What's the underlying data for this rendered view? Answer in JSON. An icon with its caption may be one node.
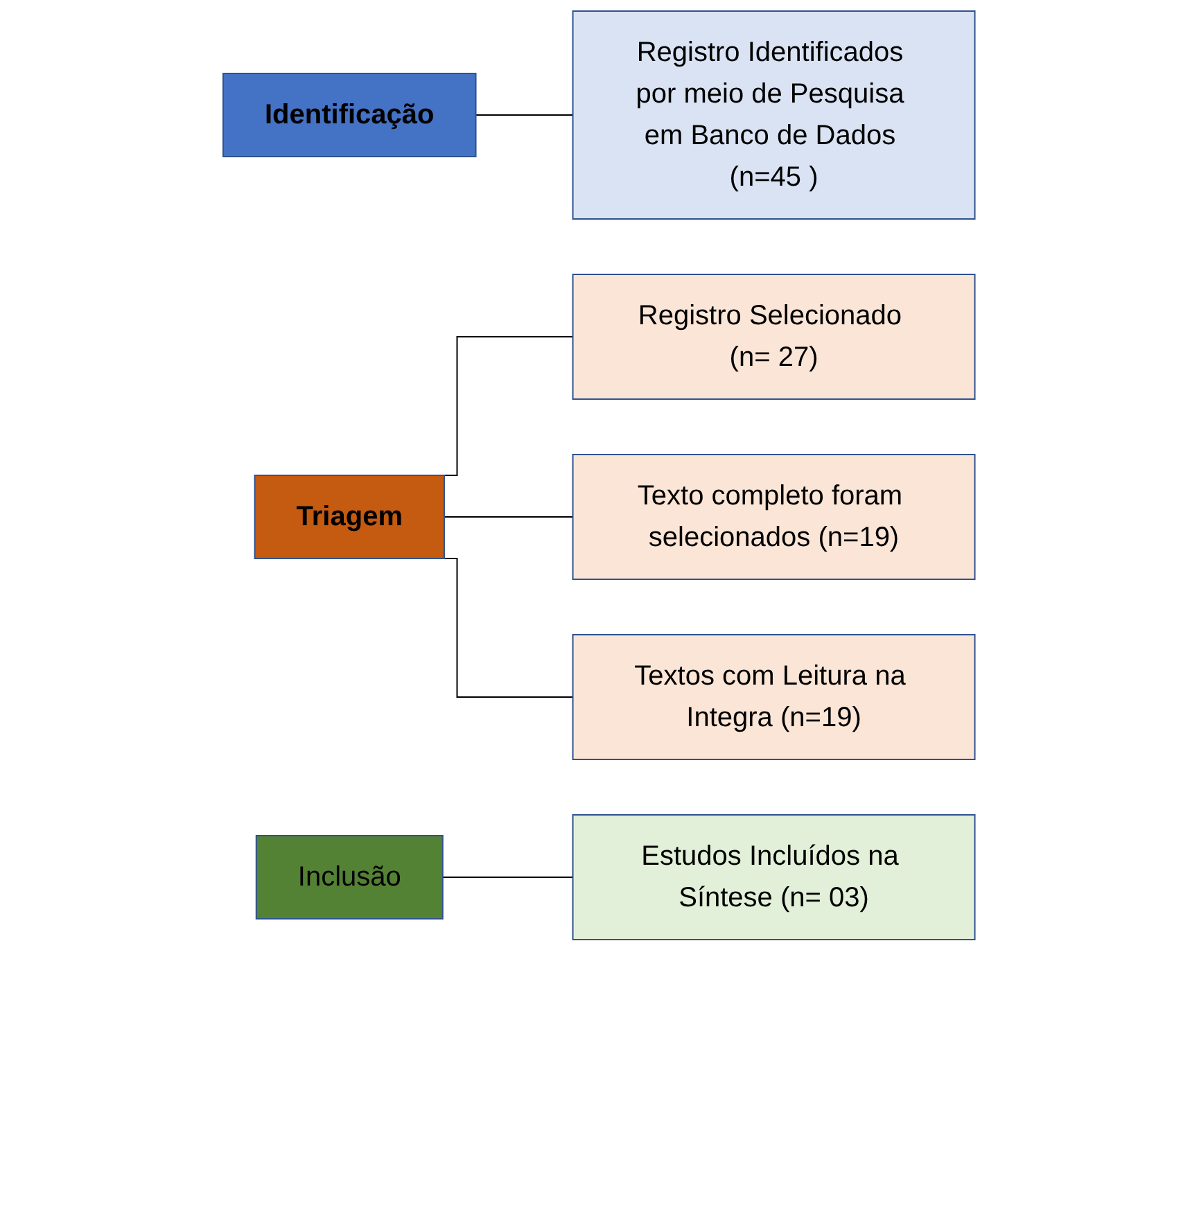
{
  "diagram": {
    "nodes": [
      {
        "text": [
          "Identificação"
        ]
      },
      {
        "text": [
          "Registro Identificados por meio de Pesquisa em Banco de Dados (n=45 )"
        ]
      },
      {
        "text": [
          "Triagem"
        ]
      },
      {
        "text": [
          "Registro Selecionado (n= 27)"
        ]
      },
      {
        "text": [
          "Texto completo foram selecionados (n=19)"
        ]
      },
      {
        "text": [
          "Textos com Leitura na Integra (n=19)"
        ]
      },
      {
        "text": [
          "Inclusão"
        ]
      },
      {
        "text": [
          "Estudos Incluídos na Síntese (n= 03)"
        ]
      }
    ],
    "edges": [
      {
        "from": 0,
        "to": 1,
        "arrow": "none"
      },
      {
        "from": 2,
        "to": 3,
        "arrow": "none"
      },
      {
        "from": 2,
        "to": 4,
        "arrow": "none"
      },
      {
        "from": 2,
        "to": 5,
        "arrow": "none"
      },
      {
        "from": 6,
        "to": 7,
        "arrow": "none"
      }
    ]
  }
}
